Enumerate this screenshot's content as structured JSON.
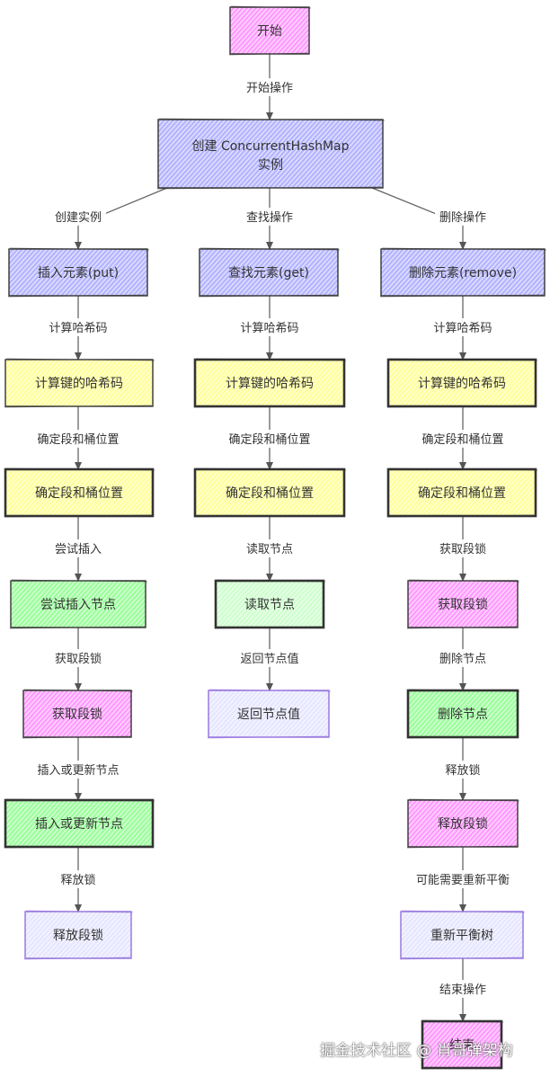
{
  "colors": {
    "pink": "#ff99ff",
    "purple": "#b3b3ff",
    "yellow": "#ffff99",
    "green": "#99ff99",
    "light_green": "#ccffcc",
    "lavender": "#e6e6ff",
    "stroke": "#333333",
    "edge": "#666666"
  },
  "nodes": {
    "start": {
      "label": "开始",
      "fill": "pink"
    },
    "create": {
      "label": "创建 ConcurrentHashMap",
      "label2": "实例",
      "fill": "purple"
    },
    "put": {
      "label": "插入元素(put)",
      "fill": "purple"
    },
    "get": {
      "label": "查找元素(get)",
      "fill": "purple"
    },
    "remove": {
      "label": "删除元素(remove)",
      "fill": "purple"
    },
    "put_hash": {
      "label": "计算键的哈希码",
      "fill": "yellow"
    },
    "get_hash": {
      "label": "计算键的哈希码",
      "fill": "yellow"
    },
    "remove_hash": {
      "label": "计算键的哈希码",
      "fill": "yellow"
    },
    "put_seg": {
      "label": "确定段和桶位置",
      "fill": "yellow"
    },
    "get_seg": {
      "label": "确定段和桶位置",
      "fill": "yellow"
    },
    "remove_seg": {
      "label": "确定段和桶位置",
      "fill": "yellow"
    },
    "put_try": {
      "label": "尝试插入节点",
      "fill": "green"
    },
    "get_read": {
      "label": "读取节点",
      "fill": "light_green"
    },
    "remove_lock": {
      "label": "获取段锁",
      "fill": "pink"
    },
    "put_lock": {
      "label": "获取段锁",
      "fill": "pink"
    },
    "get_return": {
      "label": "返回节点值",
      "fill": "lavender"
    },
    "remove_delete": {
      "label": "删除节点",
      "fill": "green"
    },
    "put_update": {
      "label": "插入或更新节点",
      "fill": "green"
    },
    "remove_release": {
      "label": "释放段锁",
      "fill": "pink"
    },
    "put_release": {
      "label": "释放段锁",
      "fill": "lavender"
    },
    "remove_rebalance": {
      "label": "重新平衡树",
      "fill": "lavender"
    },
    "end": {
      "label": "结束",
      "fill": "pink"
    }
  },
  "edges": {
    "e_start_create": {
      "label": "开始操作"
    },
    "e_create_put": {
      "label": "创建实例"
    },
    "e_create_get": {
      "label": "查找操作"
    },
    "e_create_remove": {
      "label": "删除操作"
    },
    "e_put_hash": {
      "label": "计算哈希码"
    },
    "e_get_hash": {
      "label": "计算哈希码"
    },
    "e_remove_hash": {
      "label": "计算哈希码"
    },
    "e_put_seg": {
      "label": "确定段和桶位置"
    },
    "e_get_seg": {
      "label": "确定段和桶位置"
    },
    "e_remove_seg": {
      "label": "确定段和桶位置"
    },
    "e_put_try": {
      "label": "尝试插入"
    },
    "e_get_read": {
      "label": "读取节点"
    },
    "e_remove_lock": {
      "label": "获取段锁"
    },
    "e_put_lock": {
      "label": "获取段锁"
    },
    "e_get_return": {
      "label": "返回节点值"
    },
    "e_remove_delete": {
      "label": "删除节点"
    },
    "e_put_update": {
      "label": "插入或更新节点"
    },
    "e_remove_release": {
      "label": "释放锁"
    },
    "e_put_release": {
      "label": "释放锁"
    },
    "e_remove_rebalance": {
      "label": "可能需要重新平衡"
    },
    "e_remove_end": {
      "label": "结束操作"
    }
  },
  "watermark": "掘金技术社区 @ 肖哥弹架构"
}
